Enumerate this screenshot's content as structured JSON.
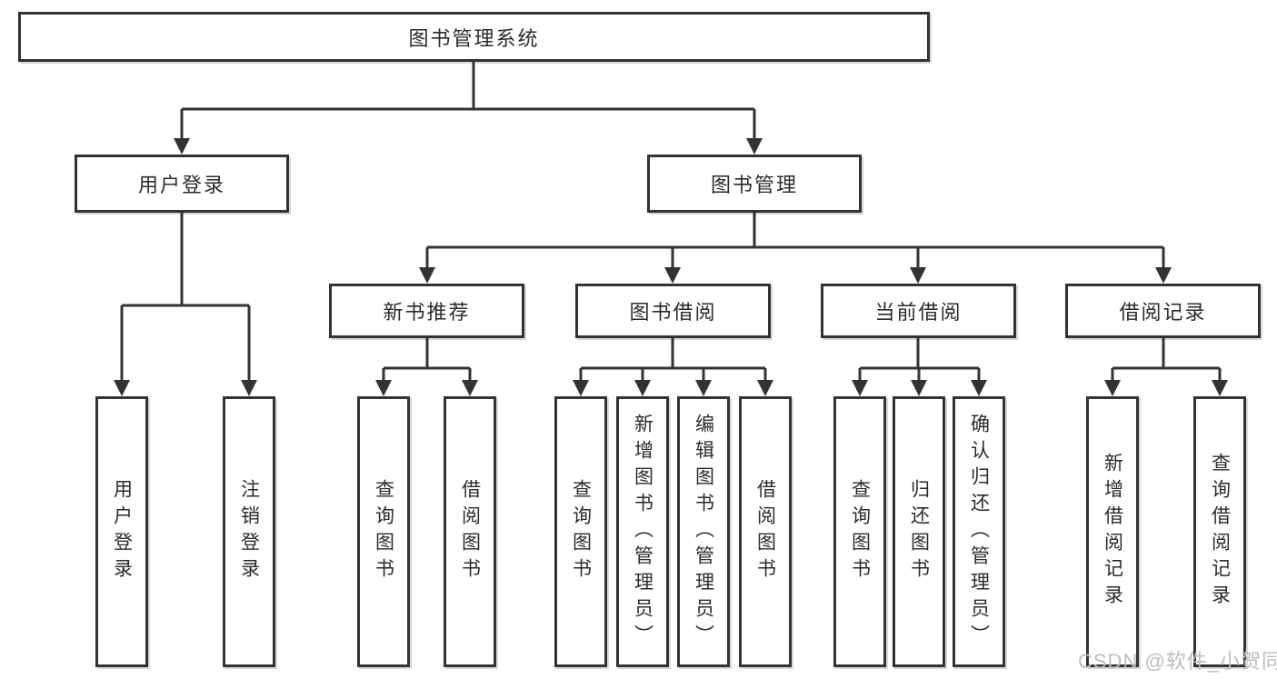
{
  "tree": {
    "root": {
      "label": "图书管理系统",
      "children": [
        {
          "label": "用户登录",
          "children": [
            {
              "label": "用户登录"
            },
            {
              "label": "注销登录"
            }
          ]
        },
        {
          "label": "图书管理",
          "children": [
            {
              "label": "新书推荐",
              "children": [
                {
                  "label": "查询图书"
                },
                {
                  "label": "借阅图书"
                }
              ]
            },
            {
              "label": "图书借阅",
              "children": [
                {
                  "label": "查询图书"
                },
                {
                  "label": "新增图书（管理员）"
                },
                {
                  "label": "编辑图书（管理员）"
                },
                {
                  "label": "借阅图书"
                }
              ]
            },
            {
              "label": "当前借阅",
              "children": [
                {
                  "label": "查询图书"
                },
                {
                  "label": "归还图书"
                },
                {
                  "label": "确认归还（管理员）"
                }
              ]
            },
            {
              "label": "借阅记录",
              "children": [
                {
                  "label": "新增借阅记录"
                },
                {
                  "label": "查询借阅记录"
                }
              ]
            }
          ]
        }
      ]
    }
  },
  "watermark": "CSDN @软件_小贺同学",
  "colors": {
    "line": "#333333",
    "text": "#2b2b2b",
    "box_background": "#ffffff",
    "page_background": "#ffffff",
    "watermark": "#bdbdbd"
  }
}
